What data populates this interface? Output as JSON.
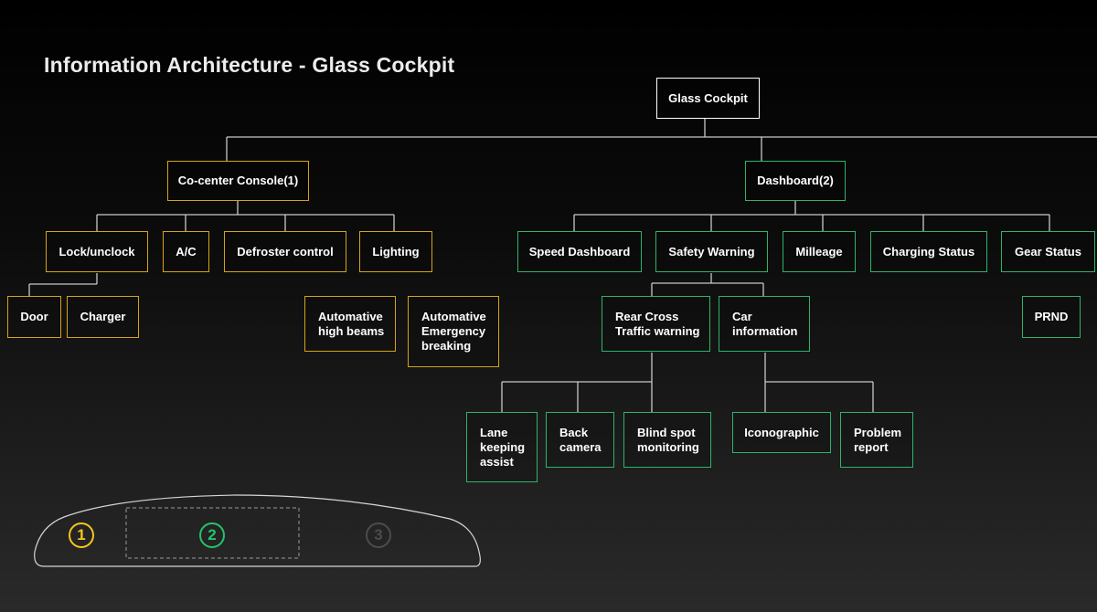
{
  "title": "Information Architecture - Glass Cockpit",
  "nodes": {
    "root": "Glass Cockpit",
    "co_center_console": "Co-center Console(1)",
    "dashboard": "Dashboard(2)",
    "lock_unlock": "Lock/unclock",
    "ac": "A/C",
    "defroster": "Defroster control",
    "lighting": "Lighting",
    "door": "Door",
    "charger": "Charger",
    "auto_high_beams": "Automative\nhigh beams",
    "auto_emergency": "Automative\nEmergency\nbreaking",
    "speed_dashboard": "Speed Dashboard",
    "safety_warning": "Safety Warning",
    "milleage": "Milleage",
    "charging_status": "Charging Status",
    "gear_status": "Gear Status",
    "prnd": "PRND",
    "rear_cross": "Rear Cross\nTraffic warning",
    "car_information": "Car\ninformation",
    "lane_keeping": "Lane\nkeeping\nassist",
    "back_camera": "Back\ncamera",
    "blind_spot": "Blind spot\nmonitoring",
    "iconographic": "Iconographic",
    "problem_report": "Problem\nreport"
  },
  "dashboard_zones": [
    "1",
    "2",
    "3"
  ],
  "colors": {
    "root": "#ffffff",
    "console_branch": "#d4a317",
    "dashboard_branch": "#2fb36a",
    "connector": "#c8c8c8",
    "zone_1": "#f4c61b",
    "zone_2": "#23c46c",
    "zone_3": "#4c4c4c"
  }
}
